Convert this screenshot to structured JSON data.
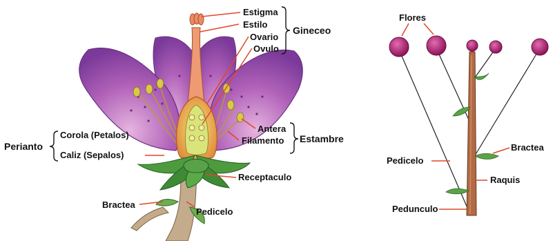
{
  "flower": {
    "labels": {
      "estigma": "Estigma",
      "estilo": "Estilo",
      "ovario": "Ovario",
      "ovulo": "Ovulo",
      "gineceo": "Gineceo",
      "antera": "Antera",
      "filamento": "Filamento",
      "estambre": "Estambre",
      "perianto": "Perianto",
      "corola": "Corola (Petalos)",
      "caliz": "Caliz (Sepalos)",
      "receptaculo": "Receptaculo",
      "bractea": "Bractea",
      "pedicelo": "Pedicelo"
    }
  },
  "inflorescence": {
    "labels": {
      "flores": "Flores",
      "bractea": "Bractea",
      "pedicelo": "Pedicelo",
      "raquis": "Raquis",
      "pedunculo": "Pedunculo"
    }
  },
  "colors": {
    "leader_line": "#e0472a",
    "petal": "#b061b8",
    "sepal": "#3f8f3a",
    "stem": "#b39a78",
    "flower_head": "#b5206f",
    "rachis": "#a35f3d"
  }
}
